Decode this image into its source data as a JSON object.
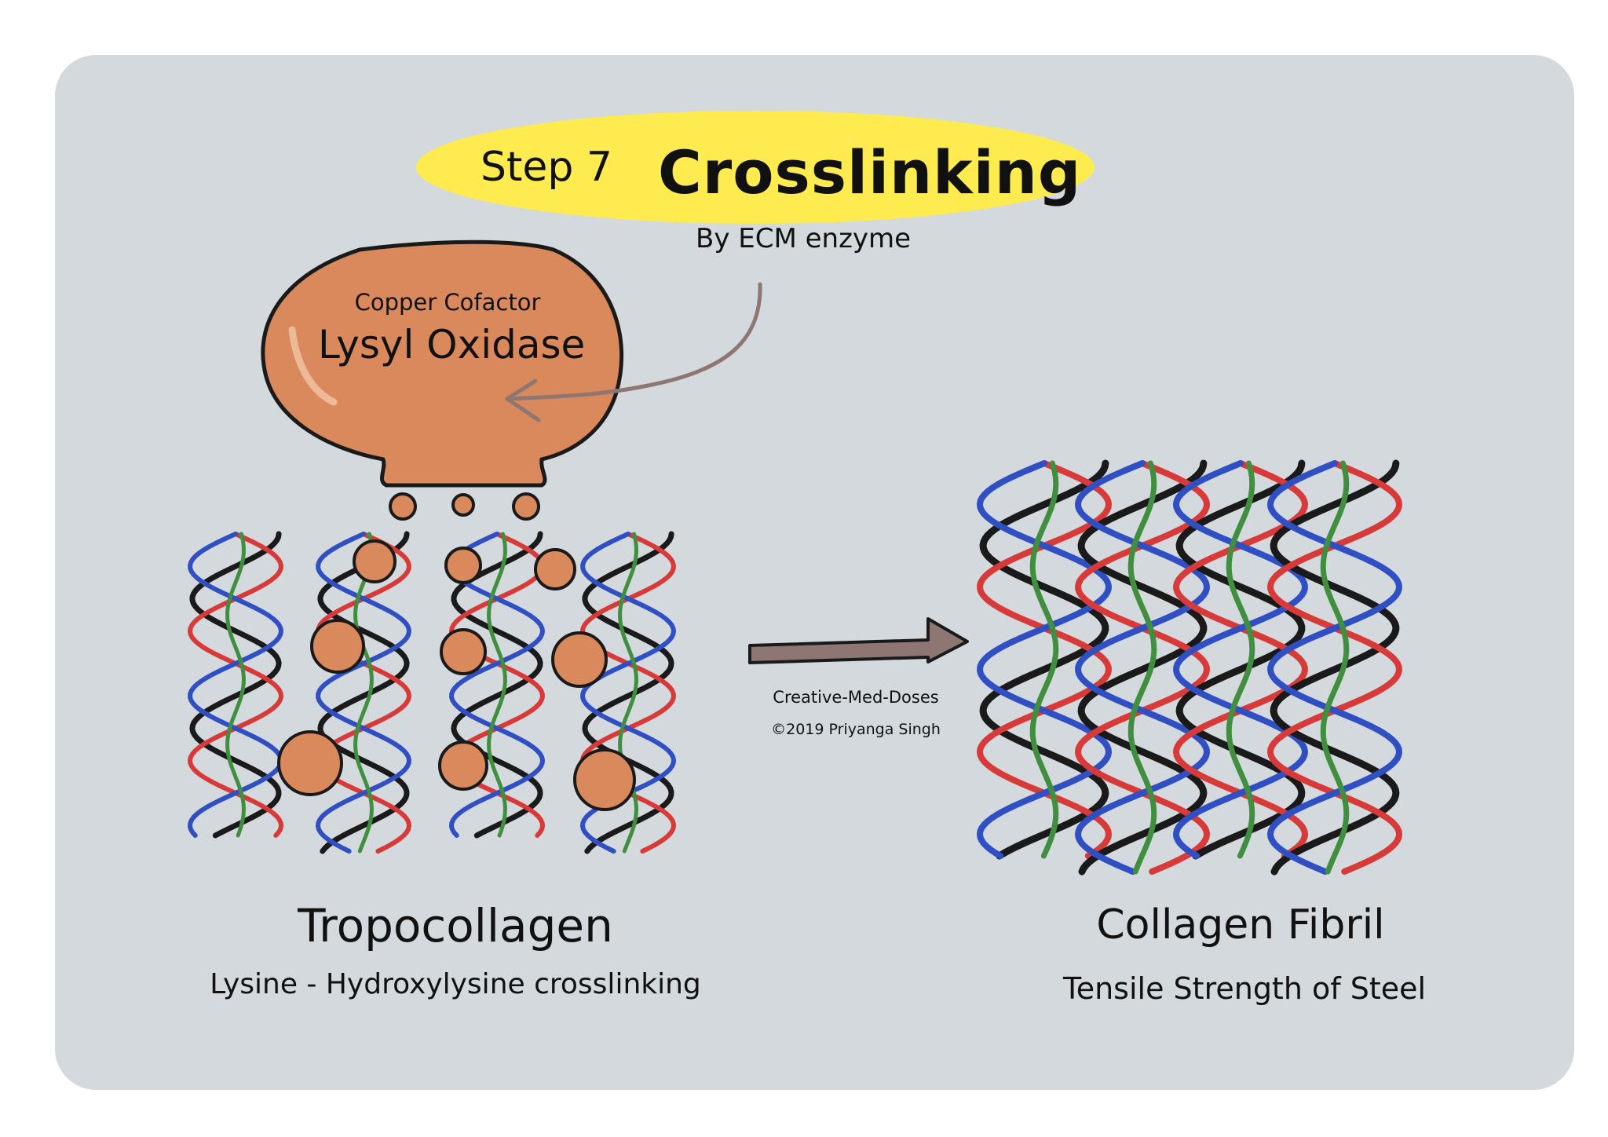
{
  "header": {
    "step": "Step 7",
    "title": "Crosslinking",
    "subtitle": "By ECM enzyme"
  },
  "enzyme_pot": {
    "cofactor": "Copper Cofactor",
    "name": "Lysyl Oxidase"
  },
  "left_panel": {
    "title": "Tropocollagen",
    "subtitle": "Lysine - Hydroxylysine crosslinking"
  },
  "right_panel": {
    "title": "Collagen Fibril",
    "subtitle": "Tensile Strength of Steel"
  },
  "credits": {
    "brand": "Creative-Med-Doses",
    "copyright": "©2019 Priyanga Singh"
  },
  "colors": {
    "background_panel": "#d3d9dc",
    "highlight": "#fdeb4f",
    "enzyme": "#d9895c",
    "strand_red": "#d83a3a",
    "strand_blue": "#2f4fc2",
    "strand_green": "#3f8f3f",
    "arrow": "#8e7673"
  }
}
